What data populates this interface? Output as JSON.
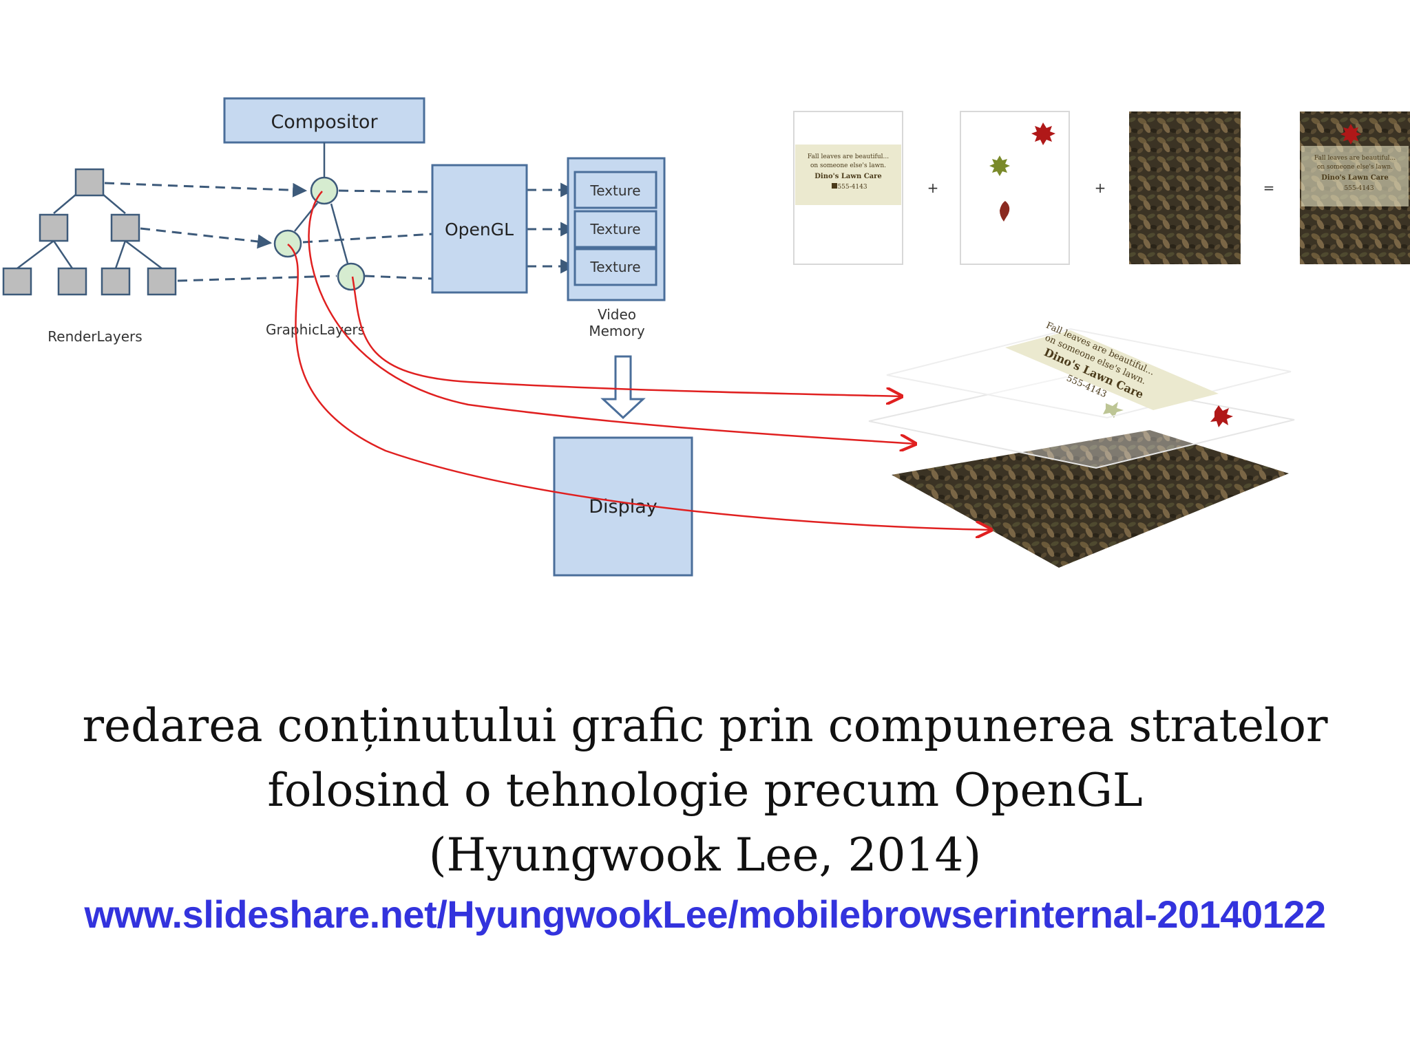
{
  "diagram": {
    "compositor_label": "Compositor",
    "opengl_label": "OpenGL",
    "texture_labels": [
      "Texture",
      "Texture",
      "Texture"
    ],
    "video_memory_label_line1": "Video",
    "video_memory_label_line2": "Memory",
    "display_label": "Display",
    "render_layers_label": "RenderLayers",
    "graphic_layers_label": "GraphicLayers",
    "operators": [
      "+",
      "+",
      "="
    ],
    "postit": {
      "line1": "Fall leaves are beautiful...",
      "line2": "on someone else's lawn.",
      "line3": "Dino's Lawn Care",
      "line4": "555-4143"
    },
    "colors": {
      "box_fill": "#c6d9f0",
      "box_stroke": "#4a6e9a",
      "node_fill": "#bdbdbd",
      "circle_fill": "#d6ecd0",
      "arrow_red": "#e02020",
      "dashed": "#3d5a7a"
    }
  },
  "caption": {
    "line1": "redarea conținutului grafic prin compunerea stratelor",
    "line2": "folosind o tehnologie precum OpenGL",
    "line3": "(Hyungwook Lee, 2014)"
  },
  "link": {
    "text": "www.slideshare.net/HyungwookLee/mobilebrowserinternal-20140122",
    "color": "#3333dd"
  }
}
